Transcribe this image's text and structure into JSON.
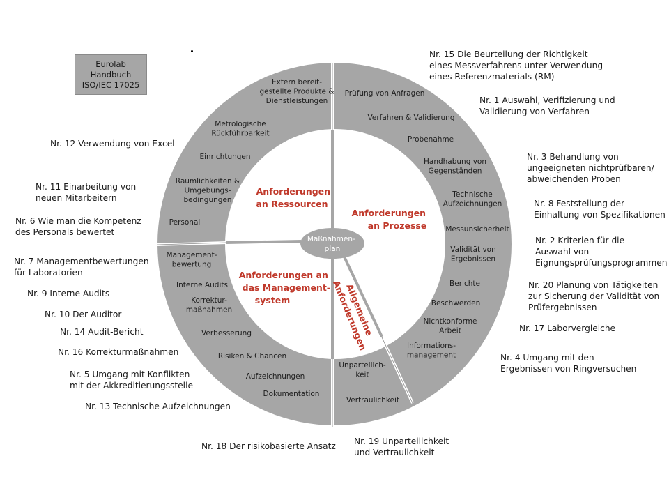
{
  "logo_box": [
    "Eurolab",
    "Handbuch",
    "ISO/IEC 17025"
  ],
  "center": [
    "Maßnahmen-",
    "plan"
  ],
  "sectors": {
    "ressourcen": [
      "Anforderungen",
      "an Ressourcen"
    ],
    "prozesse": [
      "Anforderungen",
      "an Prozesse"
    ],
    "management": [
      "Anforderungen an",
      "das Management-",
      "system"
    ],
    "allgemein": [
      "Allgemeine",
      "Anforderungen"
    ]
  },
  "ring_items": [
    {
      "id": "extern",
      "lines": [
        "Extern bereit-",
        "gestellte Produkte &",
        "Dienstleistungen"
      ]
    },
    {
      "id": "metrologische",
      "lines": [
        "Metrologische",
        "Rückführbarkeit"
      ]
    },
    {
      "id": "einrichtungen",
      "lines": [
        "Einrichtungen"
      ]
    },
    {
      "id": "raeumlichkeiten",
      "lines": [
        "Räumlichkeiten &",
        "Umgebungs-",
        "bedingungen"
      ]
    },
    {
      "id": "personal",
      "lines": [
        "Personal"
      ]
    },
    {
      "id": "pruefung-anfragen",
      "lines": [
        "Prüfung von Anfragen"
      ]
    },
    {
      "id": "verfahren-validierung",
      "lines": [
        "Verfahren & Validierung"
      ]
    },
    {
      "id": "probenahme",
      "lines": [
        "Probenahme"
      ]
    },
    {
      "id": "handhabung",
      "lines": [
        "Handhabung von",
        "Gegenständen"
      ]
    },
    {
      "id": "technische-aufz-prozess",
      "lines": [
        "Technische",
        "Aufzeichnungen"
      ]
    },
    {
      "id": "messunsicherheit",
      "lines": [
        "Messunsicherheit"
      ]
    },
    {
      "id": "validitaet",
      "lines": [
        "Validität von",
        "Ergebnissen"
      ]
    },
    {
      "id": "berichte",
      "lines": [
        "Berichte"
      ]
    },
    {
      "id": "beschwerden",
      "lines": [
        "Beschwerden"
      ]
    },
    {
      "id": "nichtkonforme",
      "lines": [
        "Nichtkonforme",
        "Arbeit"
      ]
    },
    {
      "id": "informationsmanagement",
      "lines": [
        "Informations-",
        "management"
      ]
    },
    {
      "id": "managementbewertung",
      "lines": [
        "Management-",
        "bewertung"
      ]
    },
    {
      "id": "interne-audits",
      "lines": [
        "Interne Audits"
      ]
    },
    {
      "id": "korrekturmassnahmen",
      "lines": [
        "Korrektur-",
        "maßnahmen"
      ]
    },
    {
      "id": "verbesserung",
      "lines": [
        "Verbesserung"
      ]
    },
    {
      "id": "risiken",
      "lines": [
        "Risiken & Chancen"
      ]
    },
    {
      "id": "aufzeichnungen",
      "lines": [
        "Aufzeichnungen"
      ]
    },
    {
      "id": "dokumentation",
      "lines": [
        "Dokumentation"
      ]
    },
    {
      "id": "unparteilichkeit",
      "lines": [
        "Unparteilich-",
        "keit"
      ]
    },
    {
      "id": "vertraulichkeit",
      "lines": [
        "Vertraulichkeit"
      ]
    }
  ],
  "documents": [
    {
      "id": "nr15",
      "lines": [
        "Nr. 15 Die Beurteilung der Richtigkeit",
        "eines Messverfahrens unter Verwendung",
        "eines Referenzmaterials (RM)"
      ]
    },
    {
      "id": "nr1",
      "lines": [
        "Nr. 1 Auswahl, Verifizierung und",
        "Validierung von Verfahren"
      ]
    },
    {
      "id": "nr3",
      "lines": [
        "Nr. 3 Behandlung von",
        "ungeeigneten nichtprüfbaren/",
        "abweichenden Proben"
      ]
    },
    {
      "id": "nr8",
      "lines": [
        "Nr. 8 Feststellung der",
        "Einhaltung von Spezifikationen"
      ]
    },
    {
      "id": "nr2",
      "lines": [
        "Nr. 2 Kriterien für die",
        "Auswahl von",
        "Eignungsprüfungsprogrammen"
      ]
    },
    {
      "id": "nr20",
      "lines": [
        "Nr. 20 Planung von Tätigkeiten",
        "zur Sicherung der Validität von",
        "Prüfergebnissen"
      ]
    },
    {
      "id": "nr17",
      "lines": [
        "Nr. 17 Laborvergleiche"
      ]
    },
    {
      "id": "nr4",
      "lines": [
        "Nr. 4 Umgang mit den",
        "Ergebnissen von Ringversuchen"
      ]
    },
    {
      "id": "nr19",
      "lines": [
        "Nr. 19 Unparteilichkeit",
        "und Vertraulichkeit"
      ]
    },
    {
      "id": "nr18",
      "lines": [
        "Nr. 18 Der risikobasierte Ansatz"
      ]
    },
    {
      "id": "nr12",
      "lines": [
        "Nr. 12 Verwendung von Excel"
      ]
    },
    {
      "id": "nr11",
      "lines": [
        "Nr. 11 Einarbeitung von",
        "neuen Mitarbeitern"
      ]
    },
    {
      "id": "nr6",
      "lines": [
        "Nr. 6 Wie man die Kompetenz",
        "des Personals bewertet"
      ]
    },
    {
      "id": "nr7",
      "lines": [
        "Nr. 7 Managementbewertungen",
        "für Laboratorien"
      ]
    },
    {
      "id": "nr9",
      "lines": [
        "Nr. 9 Interne Audits"
      ]
    },
    {
      "id": "nr10",
      "lines": [
        "Nr. 10 Der Auditor"
      ]
    },
    {
      "id": "nr14",
      "lines": [
        "Nr. 14 Audit-Bericht"
      ]
    },
    {
      "id": "nr16",
      "lines": [
        "Nr. 16 Korrekturmaßnahmen"
      ]
    },
    {
      "id": "nr5",
      "lines": [
        "Nr. 5 Umgang mit Konflikten",
        "mit der Akkreditierungsstelle"
      ]
    },
    {
      "id": "nr13",
      "lines": [
        "Nr. 13 Technische Aufzeichnungen"
      ]
    }
  ],
  "colors": {
    "ring": "#a6a6a6",
    "center_ellipse": "#a6a6a6",
    "accent_red": "#c0392b",
    "divider": "#ffffff"
  }
}
